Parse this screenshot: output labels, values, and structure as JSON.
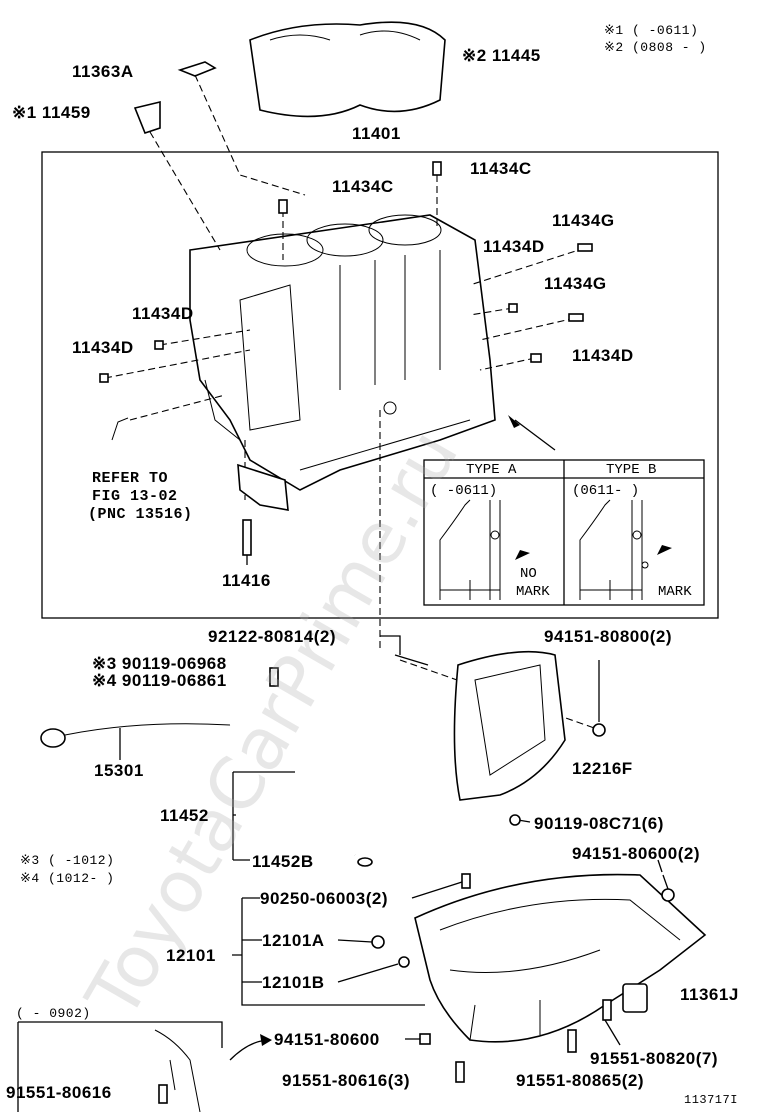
{
  "labels": {
    "l11363A": "11363A",
    "l11445": "※2 11445",
    "l11459": "※1  11459",
    "l11401": "11401",
    "l11434C_1": "11434C",
    "l11434C_2": "11434C",
    "l11434G_1": "11434G",
    "l11434D_1": "11434D",
    "l11434G_2": "11434G",
    "l11434D_2": "11434D",
    "l11434D_3": "11434D",
    "l11434D_4": "11434D",
    "l11416": "11416",
    "l92122": "92122-80814(2)",
    "l94151_80800": "94151-80800(2)",
    "l90119_06968": "※3 90119-06968",
    "l90119_06861": "※4 90119-06861",
    "l15301": "15301",
    "l12216F": "12216F",
    "l11452": "11452",
    "l90119_08C71": "90119-08C71(6)",
    "l11452B": "11452B",
    "l94151_80600_r": "94151-80600(2)",
    "l90250": "90250-06003(2)",
    "l12101": "12101",
    "l12101A": "12101A",
    "l12101B": "12101B",
    "l11361J": "11361J",
    "l94151_80600_c": "94151-80600",
    "l91551_80820": "91551-80820(7)",
    "l91551_80616_l": "91551-80616",
    "l91551_80616_c": "91551-80616(3)",
    "l91551_80865": "91551-80865(2)",
    "l113717": "113717I"
  },
  "notes": {
    "n1": "※1 (      -0611)",
    "n2": "※2 (0808 -      )",
    "n3": "※3 (      -1012)",
    "n4": "※4 (1012-      )",
    "n_bottom": "(      - 0902)"
  },
  "refer": {
    "line1": "REFER TO",
    "line2": "FIG 13-02",
    "line3": "(PNC 13516)"
  },
  "types": {
    "a_title": "TYPE A",
    "a_range": "(      -0611)",
    "b_title": "TYPE B",
    "b_range": "(0611-      )",
    "no_mark_1": "NO",
    "no_mark_2": "MARK",
    "mark": "MARK"
  },
  "watermark": "ToyotaCarPrime.ru"
}
